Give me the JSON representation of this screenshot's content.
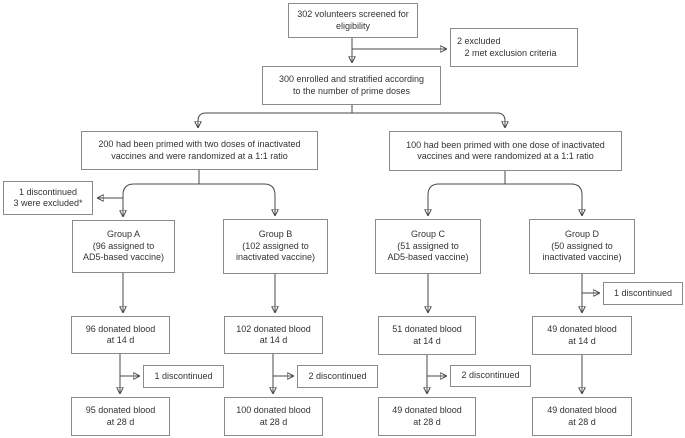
{
  "diagram": {
    "screened": {
      "text": "302 volunteers screened for\neligibility"
    },
    "excluded_top": {
      "text": "2 excluded\n   2 met exclusion criteria"
    },
    "enrolled": {
      "text": "300 enrolled and stratified according\nto the number of prime doses"
    },
    "arm_two_dose": {
      "text": "200 had been primed with two doses of inactivated\nvaccines and were randomized at a 1:1 ratio"
    },
    "arm_one_dose": {
      "text": "100 had been primed with one dose of inactivated\nvaccines and were randomized at a 1:1 ratio"
    },
    "excluded_arm": {
      "text": "1 discontinued\n3 were excluded*"
    },
    "group_a": {
      "text": "Group A\n(96 assigned to\nAD5-based vaccine)"
    },
    "group_b": {
      "text": "Group B\n(102 assigned to\ninactivated vaccine)"
    },
    "group_c": {
      "text": "Group C\n(51 assigned to\nAD5-based vaccine)"
    },
    "group_d": {
      "text": "Group D\n(50 assigned to\ninactivated vaccine)"
    },
    "discontinued_d": {
      "text": "1 discontinued"
    },
    "blood14_a": {
      "text": "96 donated blood\nat 14 d"
    },
    "blood14_b": {
      "text": "102 donated blood\nat 14 d"
    },
    "blood14_c": {
      "text": "51 donated blood\nat 14 d"
    },
    "blood14_d": {
      "text": "49 donated blood\nat 14 d"
    },
    "discontinued_a14": {
      "text": "1 discontinued"
    },
    "discontinued_b14": {
      "text": "2 discontinued"
    },
    "discontinued_c14": {
      "text": "2 discontinued"
    },
    "blood28_a": {
      "text": "95 donated blood\nat 28 d"
    },
    "blood28_b": {
      "text": "100 donated blood\nat 28 d"
    },
    "blood28_c": {
      "text": "49 donated blood\nat 28 d"
    },
    "blood28_d": {
      "text": "49 donated blood\nat 28 d"
    }
  },
  "colors": {
    "line": "#4a4a4a",
    "box_border": "#8a8a8a",
    "text": "#333333",
    "background": "#ffffff"
  }
}
